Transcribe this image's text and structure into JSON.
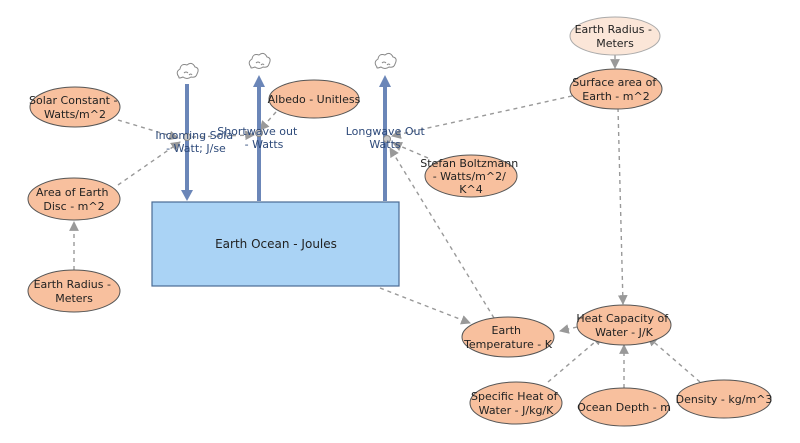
{
  "stock": {
    "label": "Earth Ocean - Joules"
  },
  "flows": {
    "incoming": {
      "label_line1": "Incoming Sola",
      "label_line2": "- Watt; J/se"
    },
    "shortwave": {
      "label_line1": "Shortwave out",
      "label_line2": "- Watts"
    },
    "longwave": {
      "label_line1": "Longwave Out",
      "label_line2": "Watts"
    }
  },
  "variables": {
    "solar_constant": {
      "line1": "Solar Constant -",
      "line2": "Watts/m^2"
    },
    "albedo": {
      "line1": "Albedo - Unitless"
    },
    "area_disc": {
      "line1": "Area of Earth",
      "line2": "Disc - m^2"
    },
    "radius_left": {
      "line1": "Earth Radius -",
      "line2": "Meters"
    },
    "radius_top": {
      "line1": "Earth Radius -",
      "line2": "Meters"
    },
    "surface_area": {
      "line1": "Surface area of",
      "line2": "Earth - m^2"
    },
    "stefan": {
      "line1": "Stefan Boltzmann",
      "line2": "- Watts/m^2/",
      "line3": "K^4"
    },
    "temperature": {
      "line1": "Earth",
      "line2": "Temperature - K"
    },
    "heat_capacity": {
      "line1": "Heat Capacity of",
      "line2": "Water - J/K"
    },
    "specific_heat": {
      "line1": "Specific Heat of",
      "line2": "Water - J/kg/K"
    },
    "ocean_depth": {
      "line1": "Ocean Depth - m"
    },
    "density": {
      "line1": "Density - kg/m^3"
    }
  },
  "colors": {
    "stock_fill": "#aad3f5",
    "stock_stroke": "#4a6b94",
    "flow": "#6b86b8",
    "variable_fill": "#f8c09e",
    "variable_fill_light": "#fbe6d8",
    "variable_stroke": "#555555",
    "link": "#999999",
    "flow_text": "#2e4a7a"
  },
  "icons": {
    "source": "cloud-icon"
  }
}
